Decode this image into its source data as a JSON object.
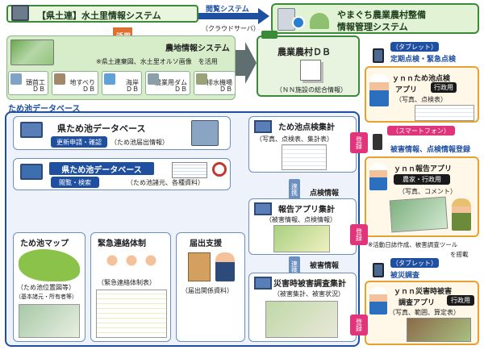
{
  "top": {
    "prefecture_title": "【県土連】水土里情報システム",
    "browse_label": "閲覧システム",
    "cloud_label": "（クラウドサーバ）",
    "yamaguchi_title_1": "やまぐち農業農村整備",
    "yamaguchi_title_2": "情報管理システム"
  },
  "farmland": {
    "use_label": "活用",
    "title": "農地情報システム",
    "note": "※県土連棄図、水土里オルソ画像　を活用",
    "dbs": [
      "頭首工\nＤＢ",
      "地すべり\nＤＢ",
      "海岸\nＤＢ",
      "農業用ダム\nＤＢ",
      "排水機場\nＤＢ"
    ]
  },
  "rural_db": {
    "title": "農業農村ＤＢ",
    "subtitle": "（ＮＮ施設の総合情報）"
  },
  "pond_db": {
    "section_label": "ため池データベース",
    "pref_db_1": "県ため池データベース",
    "update_btn": "更新申請・確認",
    "update_note": "（ため池届出情報）",
    "pref_db_2": "県ため池データベース",
    "browse_btn": "閲覧・検索",
    "browse_note": "（ため池諸元、各種資料）"
  },
  "panels": {
    "map_title": "ため池マップ",
    "map_sub_1": "（ため池位置図等）",
    "map_sub_2": "（基本諸元・所有者等）",
    "emergency_title": "緊急連絡体制",
    "emergency_sub": "（緊急連絡体制表）",
    "report_title": "届出支援",
    "report_sub": "（届出関係資料）"
  },
  "middle": {
    "inspect_title": "ため池点検集計",
    "inspect_sub": "（写真、点検表、集計表）",
    "link_1": "連携",
    "inspect_info": "点検情報",
    "app_title": "報告アプリ集計",
    "app_sub": "（被害情報、点検情報）",
    "link_2": "連携",
    "damage_info": "被害情報",
    "damage_title": "災害時被害調査集計",
    "damage_sub": "（被害集計、被害状況）"
  },
  "right": {
    "tablet_1_tag": "（タブレット）",
    "tablet_1_title": "定期点検・緊急点検",
    "app_1_name": "ｙｎｎため池点検",
    "app_1_name2": "アプリ",
    "app_1_role": "行政用",
    "app_1_sub": "（写真、点検表）",
    "register_1": "登録",
    "phone_tag": "（スマートフォン）",
    "phone_title": "被害情報、点検情報登録",
    "app_2_name": "ｙｎｎ報告アプリ",
    "app_2_role": "農家・行政用",
    "app_2_sub": "（写真、コメント）",
    "register_2": "登録",
    "note": "※活動日誌作成、被害調査ツール",
    "note_2": "を搭載",
    "tablet_2_tag": "（タブレット）",
    "tablet_2_title": "被災調査",
    "app_3_name": "ｙｎｎ災害時被害",
    "app_3_name2": "調査アプリ",
    "app_3_role": "行政用",
    "app_3_sub": "（写真、範囲、算定表）",
    "register_3": "登録"
  },
  "colors": {
    "green": "#3a8a3a",
    "light_green": "#d7ecc9",
    "blue": "#1f4fa0",
    "light_blue": "#dde6f5",
    "orange": "#e07030",
    "pink": "#e0357a"
  }
}
